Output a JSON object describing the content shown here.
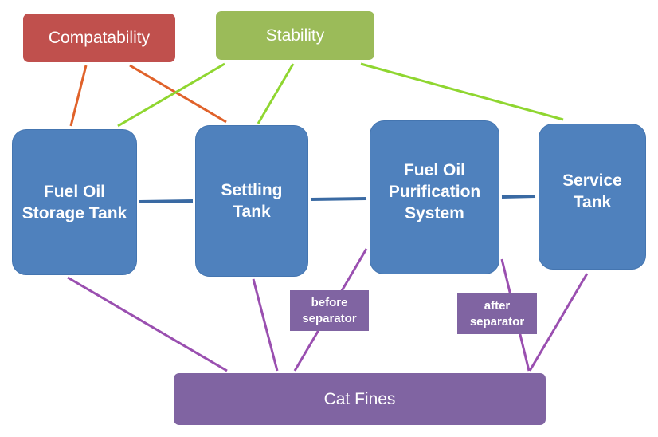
{
  "criteria": {
    "compatability": "Compatability",
    "stability": "Stability"
  },
  "tanks": {
    "storage": [
      "Fuel Oil",
      "Storage Tank"
    ],
    "settling": [
      "Settling",
      "Tank"
    ],
    "purification": [
      "Fuel Oil",
      "Purification",
      "System"
    ],
    "service": [
      "Service",
      "Tank"
    ]
  },
  "tags": {
    "before": [
      "before",
      "separator"
    ],
    "after": [
      "after",
      "separator"
    ]
  },
  "cat_fines": "Cat Fines",
  "colors": {
    "tank": "#4f81bd",
    "compatability": "#c0504d",
    "stability": "#9bbb59",
    "cat_fines": "#8064a2",
    "compatability_link": "#e0622a",
    "stability_link": "#8fd630",
    "tank_link": "#3a6aa3",
    "cat_fines_link": "#9a4fb0"
  }
}
